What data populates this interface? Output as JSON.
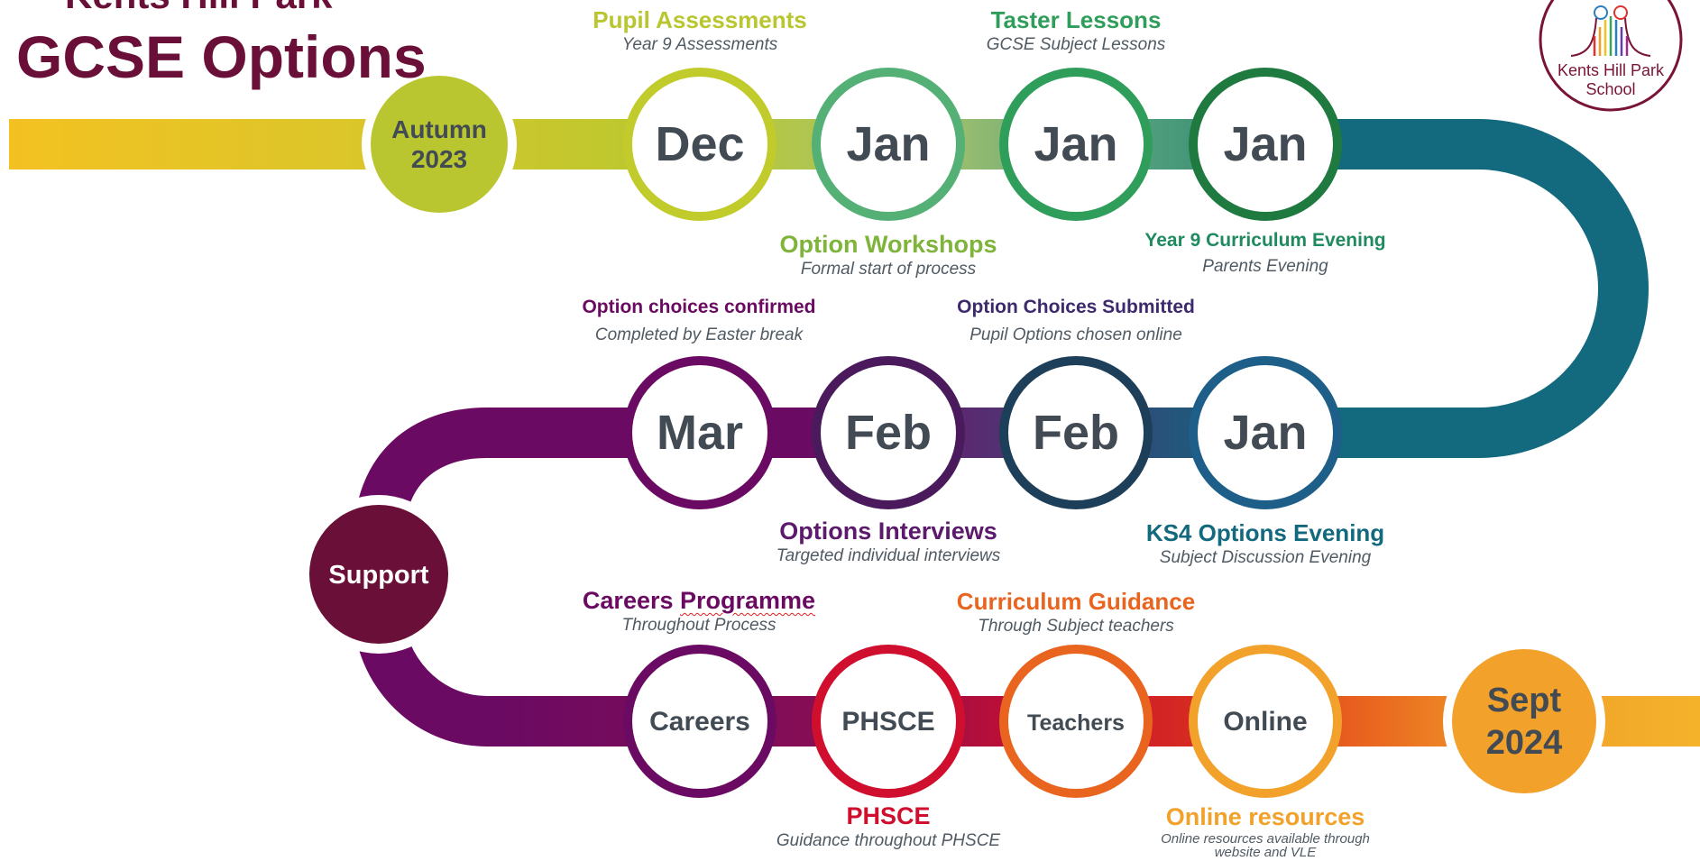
{
  "header": {
    "school": "Kents Hill Park",
    "title": "GCSE Options"
  },
  "logo": {
    "text_line1": "Kents Hill Park",
    "text_line2": "School"
  },
  "colors": {
    "maroon": "#6a1038",
    "olive": "#b9c630",
    "green": "#2f9e5a",
    "darkgreen": "#1f7a40",
    "teal": "#13697e",
    "navy": "#1e3f5a",
    "purple": "#6b0a62",
    "red": "#cf0f2d",
    "orange": "#e9641f",
    "amber": "#f2a12a",
    "textgrey": "#424b54"
  },
  "endpoints": {
    "start": "Autumn 2023",
    "start_l1": "Autumn",
    "start_l2": "2023",
    "end_l1": "Sept",
    "end_l2": "2024",
    "support": "Support"
  },
  "nodes": [
    {
      "id": "dec",
      "month": "Dec",
      "color": "#c1cc2c"
    },
    {
      "id": "jan1",
      "month": "Jan",
      "color": "#55b075"
    },
    {
      "id": "jan2",
      "month": "Jan",
      "color": "#2f9e5a"
    },
    {
      "id": "jan3",
      "month": "Jan",
      "color": "#1f7a40"
    },
    {
      "id": "jan4",
      "month": "Jan",
      "color": "#1d5f88"
    },
    {
      "id": "feb1",
      "month": "Feb",
      "color": "#1e3f5a"
    },
    {
      "id": "feb2",
      "month": "Feb",
      "color": "#4b1a5c"
    },
    {
      "id": "mar",
      "month": "Mar",
      "color": "#6b0a62"
    },
    {
      "id": "careers",
      "month": "Careers",
      "color": "#6b0a62"
    },
    {
      "id": "phsce",
      "month": "PHSCE",
      "color": "#cf0f2d"
    },
    {
      "id": "teachers",
      "month": "Teachers",
      "color": "#e9641f"
    },
    {
      "id": "online",
      "month": "Online",
      "color": "#f2a12a"
    }
  ],
  "labels": [
    {
      "id": "pupil",
      "heading": "Pupil Assessments",
      "sub": "Year 9 Assessments",
      "color": "#b9c630"
    },
    {
      "id": "taster",
      "heading": "Taster Lessons",
      "sub": "GCSE Subject Lessons",
      "color": "#2f9e5a"
    },
    {
      "id": "workshops",
      "heading": "Option Workshops",
      "sub": "Formal start of process",
      "color": "#7fb43a"
    },
    {
      "id": "curriculum",
      "heading": "Year 9 Curriculum Evening",
      "sub": "Parents Evening",
      "color": "#1f8a60"
    },
    {
      "id": "confirmed",
      "heading": "Option choices confirmed",
      "sub": "Completed by Easter break",
      "color": "#6b0a62"
    },
    {
      "id": "submitted",
      "heading": "Option Choices Submitted",
      "sub": "Pupil Options chosen online",
      "color": "#3d2a6e"
    },
    {
      "id": "interviews",
      "heading": "Options Interviews",
      "sub": "Targeted individual interviews",
      "color": "#5b1a6b"
    },
    {
      "id": "ks4",
      "heading": "KS4 Options Evening",
      "sub": "Subject Discussion Evening",
      "color": "#13697e"
    },
    {
      "id": "careersprog",
      "heading_a": "Careers ",
      "heading_b": "Programme",
      "sub": "Throughout Process",
      "color": "#6b0a62"
    },
    {
      "id": "guidance",
      "heading": "Curriculum Guidance",
      "sub": "Through Subject teachers",
      "color": "#e9641f"
    },
    {
      "id": "phscelabel",
      "heading": "PHSCE",
      "sub": "Guidance throughout PHSCE",
      "color": "#cf0f2d"
    },
    {
      "id": "onlineres",
      "heading": "Online resources",
      "sub": "Online resources available through website and VLE",
      "color": "#f2a12a"
    }
  ]
}
